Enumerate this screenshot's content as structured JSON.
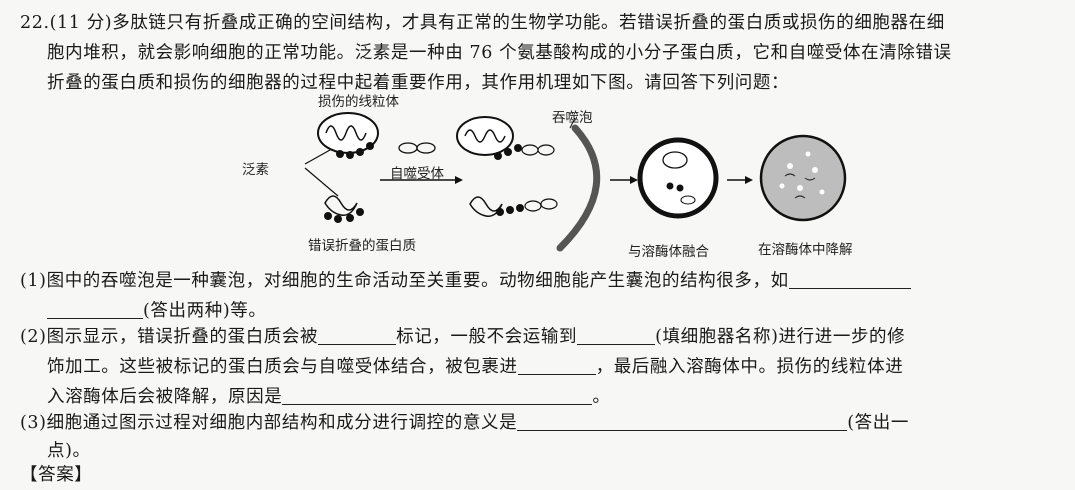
{
  "question": {
    "line1": "22.(11 分)多肽链只有折叠成正确的空间结构，才具有正常的生物学功能。若错误折叠的蛋白质或损伤的细胞器在细",
    "line2": "胞内堆积，就会影响细胞的正常功能。泛素是一种由 76 个氨基酸构成的小分子蛋白质，它和自噬受体在清除错误",
    "line3": "折叠的蛋白质和损伤的细胞器的过程中起着重要作用，其作用机理如下图。请回答下列问题："
  },
  "figure": {
    "damaged_mito": "损伤的线粒体",
    "ubiquitin": "泛素",
    "autophagy_receptor": "自噬受体",
    "misfolded_protein": "错误折叠的蛋白质",
    "phagophore": "吞噬泡",
    "fuse_lysosome": "与溶酶体融合",
    "degrade_in_lysosome": "在溶酶体中降解"
  },
  "q1": {
    "text_a": "(1)图中的吞噬泡是一种囊泡，对细胞的生命活动至关重要。动物细胞能产生囊泡的结构很多，如",
    "text_b": "(答出两种)等。"
  },
  "q2": {
    "text_a": "(2)图示显示，错误折叠的蛋白质会被",
    "text_b": "标记，一般不会运输到",
    "text_c": "(填细胞器名称)进行进一步的修",
    "text_d": "饰加工。这些被标记的蛋白质会与自噬受体结合，被包裹进",
    "text_e": "，最后融入溶酶体中。损伤的线粒体进",
    "text_f": "入溶酶体后会被降解，原因是",
    "text_g": "。"
  },
  "q3": {
    "text_a": "(3)细胞通过图示过程对细胞内部结构和成分进行调控的意义是",
    "text_b": "(答出一",
    "text_c": "点)。"
  },
  "footer": {
    "partial": "【答案】"
  }
}
